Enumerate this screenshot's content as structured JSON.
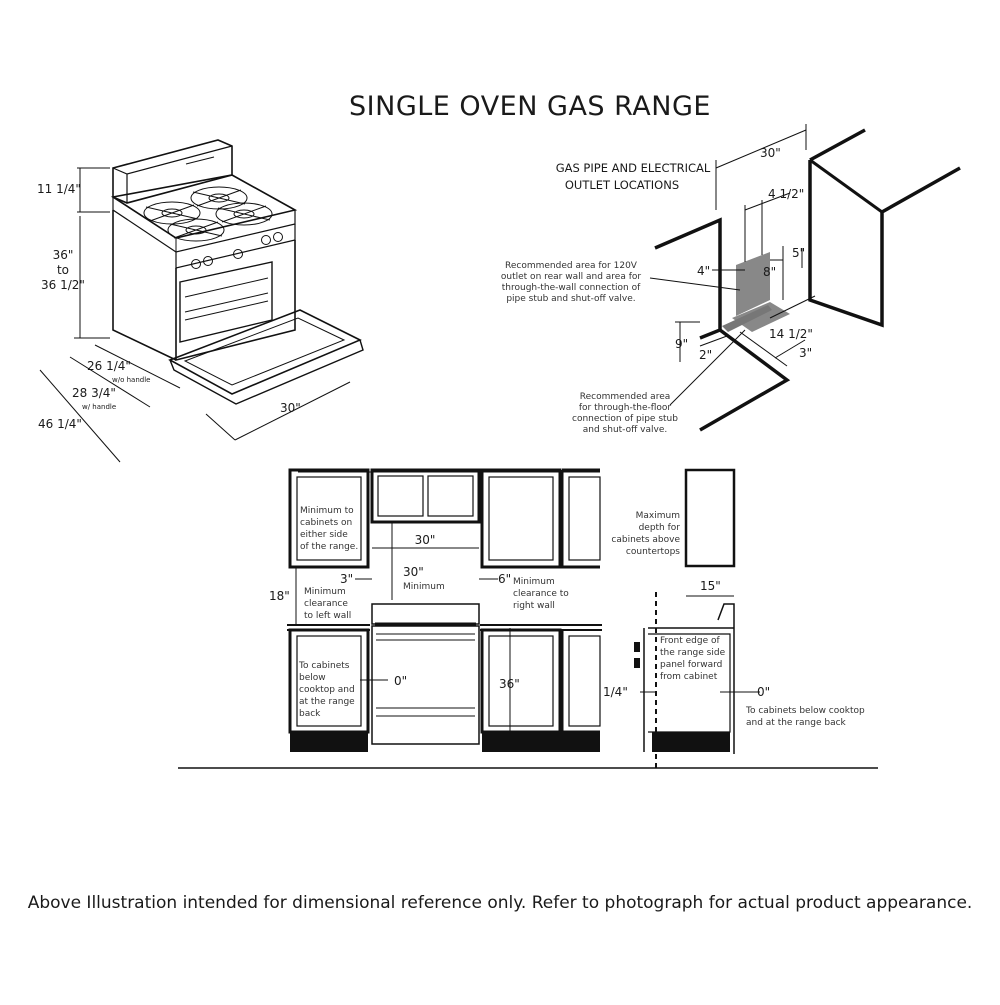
{
  "title": "SINGLE OVEN GAS RANGE",
  "range_view": {
    "dims": {
      "backguard_height": "11 1/4\"",
      "height_1": "36\"",
      "height_2": "to",
      "height_3": "36 1/2\"",
      "depth_no_handle": "26 1/4\"",
      "depth_no_handle_note": "w/o handle",
      "depth_handle": "28 3/4\"",
      "depth_handle_note": "w/ handle",
      "depth_door_open": "46 1/4\"",
      "width": "30\""
    }
  },
  "gas_pipe_view": {
    "heading_1": "GAS PIPE AND ELECTRICAL",
    "heading_2": "OUTLET LOCATIONS",
    "dims": {
      "wall_width": "30\"",
      "offset": "4 1/2\"",
      "d4": "4\"",
      "d5": "5\"",
      "d8": "8\"",
      "d9": "9\"",
      "d2": "2\"",
      "d14_5": "14 1/2\"",
      "d3": "3\""
    },
    "note_wall": [
      "Recommended area for 120V",
      "outlet on rear wall and area for",
      "through-the-wall connection of",
      "pipe stub and shut-off valve."
    ],
    "note_floor": [
      "Recommended area",
      "for through-the-floor",
      "connection of pipe stub",
      "and shut-off valve."
    ]
  },
  "install_view": {
    "note_min_cabinets": [
      "Minimum to",
      "cabinets on",
      "either side",
      "of the range."
    ],
    "width": "30\"",
    "min_width": "30\"",
    "min_label": "Minimum",
    "left_gap": "3\"",
    "right_gap": "6\"",
    "note_left_wall": [
      "Minimum",
      "clearance",
      "to left wall"
    ],
    "note_right_wall": [
      "Minimum",
      "clearance to",
      "right wall"
    ],
    "upper_clearance": "18\"",
    "note_below": [
      "To cabinets",
      "below",
      "cooktop and",
      "at the range",
      "back"
    ],
    "zero_gap": "0\"",
    "counter_height": "36\""
  },
  "side_view": {
    "note_depth": [
      "Maximum",
      "depth for",
      "cabinets above",
      "countertops"
    ],
    "max_depth": "15\"",
    "note_front": [
      "Front edge of",
      "the range side",
      "panel forward",
      "from cabinet"
    ],
    "forward": "1/4\"",
    "zero_gap": "0\"",
    "note_back": [
      "To cabinets below cooktop",
      "and at the range back"
    ]
  },
  "footer": "Above Illustration intended for dimensional reference only. Refer to photograph for actual product appearance."
}
